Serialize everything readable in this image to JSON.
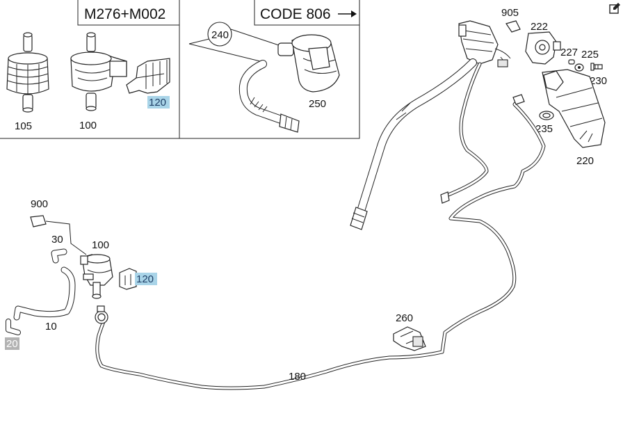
{
  "inset_left": {
    "title": "M276+M002"
  },
  "inset_right": {
    "title": "CODE 806",
    "arrow_icon": "right-arrow-icon"
  },
  "toolbar": {
    "edit_icon": "edit-icon"
  },
  "colors": {
    "highlight": "#a9d4e8",
    "gray_label": "#b3b3b3"
  },
  "callouts": {
    "c105": "105",
    "c100_inset": "100",
    "c120_inset": "120",
    "c240": "240",
    "c250": "250",
    "c905": "905",
    "c222": "222",
    "c227": "227",
    "c225": "225",
    "c230": "230",
    "c235": "235",
    "c220": "220",
    "c900": "900",
    "c30": "30",
    "c100": "100",
    "c120": "120",
    "c10": "10",
    "c20": "20",
    "c260": "260",
    "c180": "180"
  }
}
